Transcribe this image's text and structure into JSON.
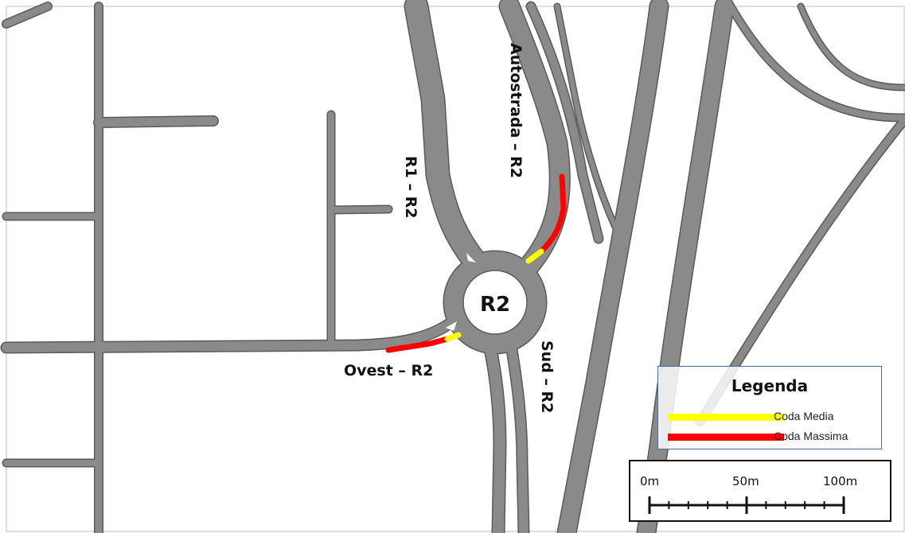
{
  "map": {
    "roundabout_label": "R2",
    "approach_labels": {
      "r1": "R1 – R2",
      "autostrada": "Autostrada – R2",
      "ovest": "Ovest – R2",
      "sud": "Sud – R2"
    }
  },
  "legend": {
    "title": "Legenda",
    "items": [
      {
        "label": "Coda Media",
        "color": "#ffff00"
      },
      {
        "label": "Coda Massima",
        "color": "#ff0000"
      }
    ]
  },
  "scalebar": {
    "labels": [
      "0m",
      "50m",
      "100m"
    ]
  },
  "colors": {
    "road": "#8a8a8a",
    "road_edge": "#5a5a5a",
    "background": "#ffffff",
    "coda_media": "#ffff00",
    "coda_massima": "#ff0000"
  }
}
